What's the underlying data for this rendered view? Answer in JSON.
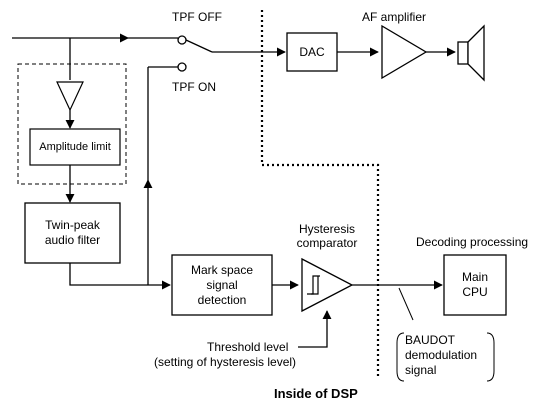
{
  "labels": {
    "tpf_off": "TPF OFF",
    "tpf_on": "TPF ON",
    "af_amplifier": "AF amplifier",
    "dac": "DAC",
    "amplitude_limit": "Amplitude limit",
    "twin_peak": "Twin-peak\naudio filter",
    "mark_space": "Mark space\nsignal\ndetection",
    "hysteresis_comparator": "Hysteresis\ncomparator",
    "decoding_processing": "Decoding processing",
    "main_cpu": "Main\nCPU",
    "threshold_level": "Threshold level",
    "hysteresis_setting": "(setting of hysteresis level)",
    "baudot": "BAUDOT\ndemodulation\nsignal",
    "inside_dsp": "Inside of DSP"
  },
  "icons": [
    "amplifier-triangle-icon",
    "speaker-icon",
    "switch-icon",
    "hysteresis-symbol-icon"
  ]
}
